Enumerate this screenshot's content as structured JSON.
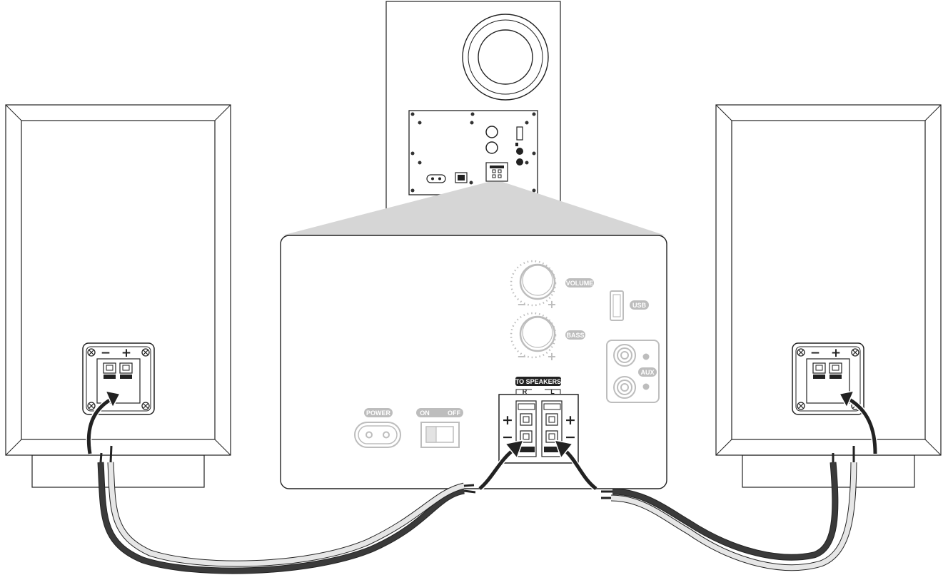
{
  "figure": {
    "colors": {
      "outline": "#222222",
      "panel_grey": "#bdbdbd",
      "callout_grey": "#d6d6d6",
      "cable_dark": "#3a3a3a",
      "cable_light": "#e6e6e6",
      "label_pill": "#bdbdbd",
      "to_speakers_pill": "#222222"
    },
    "panel": {
      "volume_label": "VOLUME",
      "bass_label": "BASS",
      "usb_label": "USB",
      "aux_label": "AUX",
      "power_label": "POWER",
      "switch_on_label": "ON",
      "switch_off_label": "OFF",
      "to_speakers_label": "TO SPEAKERS",
      "channel_right": "R",
      "channel_left": "L",
      "knob_minus": "−",
      "knob_plus": "+",
      "terminal_plus": "+",
      "terminal_minus": "−"
    },
    "speaker_terminal": {
      "minus": "−",
      "plus": "+"
    },
    "icons": [
      "screw-icon",
      "arrow-icon",
      "rca-jack-icon",
      "usb-port-icon",
      "power-socket-icon",
      "rocker-switch-icon"
    ]
  }
}
